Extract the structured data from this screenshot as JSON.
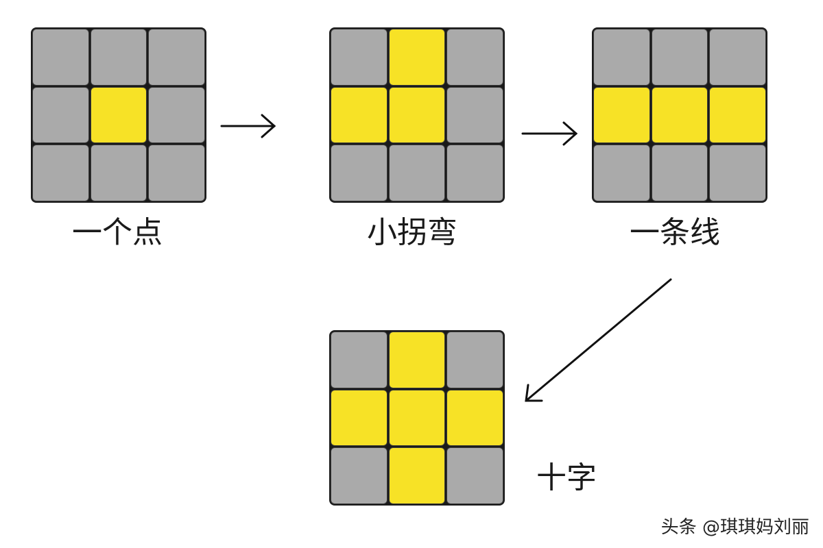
{
  "colors": {
    "yellow": "#f7e226",
    "gray": "#aaaaaa",
    "border": "#1a1a1a"
  },
  "steps": [
    {
      "label": "一个点",
      "pattern": [
        "g",
        "g",
        "g",
        "g",
        "y",
        "g",
        "g",
        "g",
        "g"
      ]
    },
    {
      "label": "小拐弯",
      "pattern": [
        "g",
        "y",
        "g",
        "y",
        "y",
        "g",
        "g",
        "g",
        "g"
      ]
    },
    {
      "label": "一条线",
      "pattern": [
        "g",
        "g",
        "g",
        "y",
        "y",
        "y",
        "g",
        "g",
        "g"
      ]
    },
    {
      "label": "十字",
      "pattern": [
        "g",
        "y",
        "g",
        "y",
        "y",
        "y",
        "g",
        "y",
        "g"
      ]
    }
  ],
  "watermark": "头条 @琪琪妈刘丽"
}
